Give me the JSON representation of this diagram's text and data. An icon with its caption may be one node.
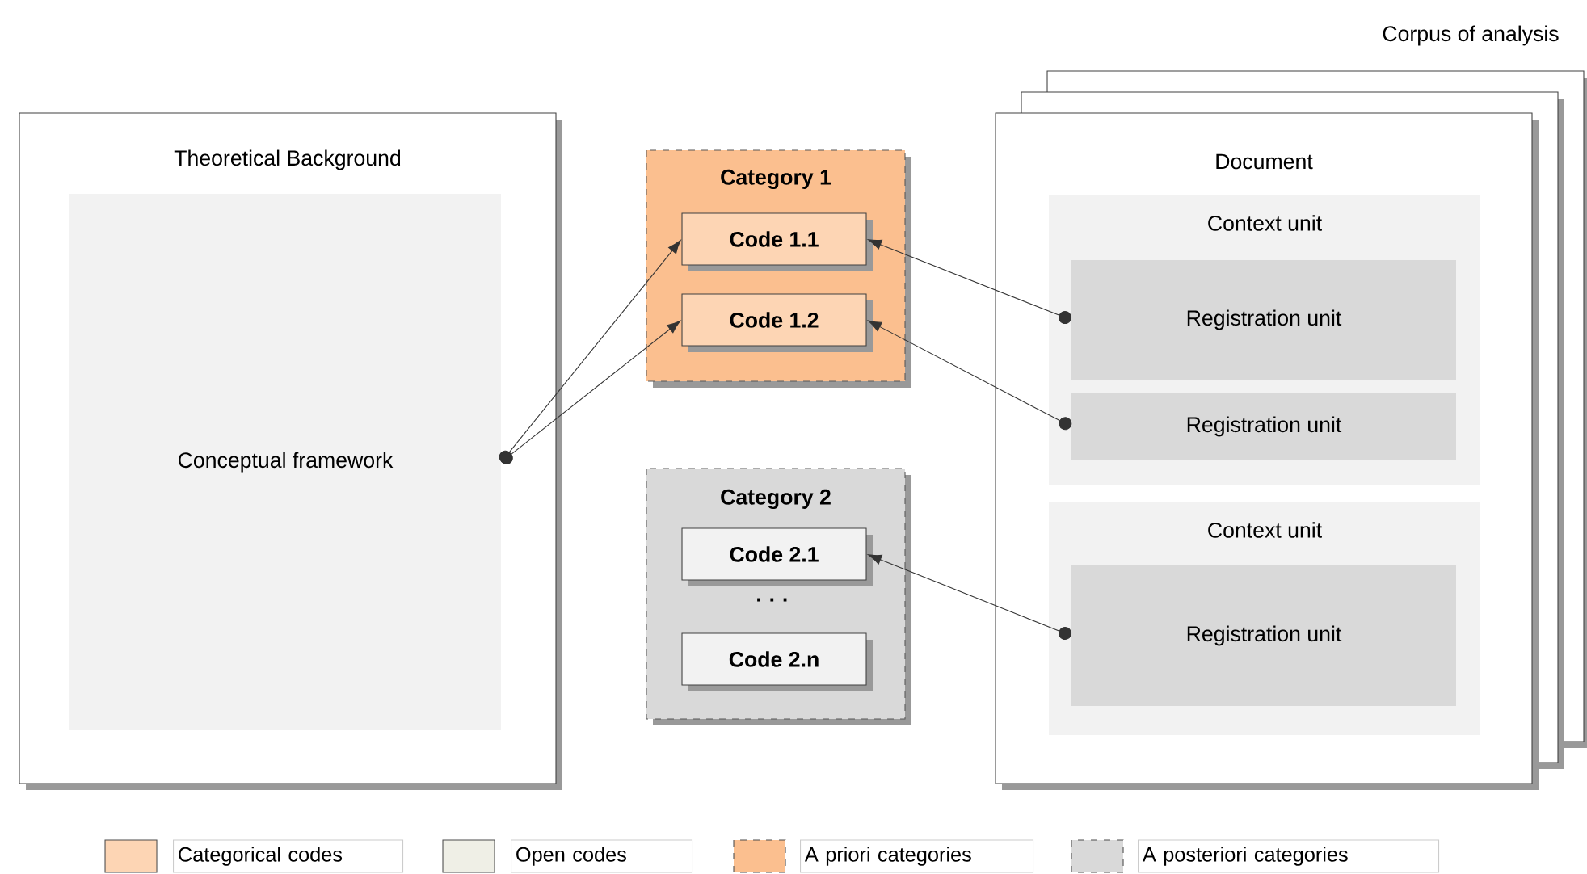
{
  "diagram": {
    "nodes": [
      {
        "text": [
          "Theoretical Background"
        ]
      },
      {
        "text": [
          "Conceptual framework"
        ],
        "in": 0
      },
      {
        "text": [
          "Category 1"
        ]
      },
      {
        "text": [
          "Code 1.1"
        ],
        "in": 2
      },
      {
        "text": [
          "Code 1.2"
        ],
        "in": 2
      },
      {
        "text": [
          "Category 2"
        ]
      },
      {
        "text": [
          "Code 2.1"
        ],
        "in": 5
      },
      {
        "text": [
          "Code 2.n"
        ],
        "in": 5
      },
      {
        "text": [
          "Document"
        ]
      },
      {
        "text": [
          "Context unit"
        ],
        "in": 8
      },
      {
        "text": [
          "Registration unit"
        ],
        "in": 9
      },
      {
        "text": [
          "Registration unit"
        ],
        "in": 9
      },
      {
        "text": [
          "Context unit"
        ],
        "in": 8
      },
      {
        "text": [
          "Registration unit"
        ],
        "in": 12
      }
    ],
    "edges": [
      {
        "from": 1,
        "to": 3,
        "arrow": "to"
      },
      {
        "from": 1,
        "to": 4,
        "arrow": "to"
      },
      {
        "from": 10,
        "to": 3,
        "arrow": "to"
      },
      {
        "from": 11,
        "to": 4,
        "arrow": "to"
      },
      {
        "from": 13,
        "to": 6,
        "arrow": "to"
      }
    ],
    "labels": [
      "Corpus of analysis",
      "· · ·"
    ],
    "legend": [
      {
        "text": "Categorical codes",
        "color": "#fdd5b4"
      },
      {
        "text": "Open codes",
        "color": "#efefe6"
      },
      {
        "text": "A priori categories",
        "color": "#fbbf8f"
      },
      {
        "text": "A posteriori categories",
        "color": "#d9d9d9"
      }
    ]
  }
}
